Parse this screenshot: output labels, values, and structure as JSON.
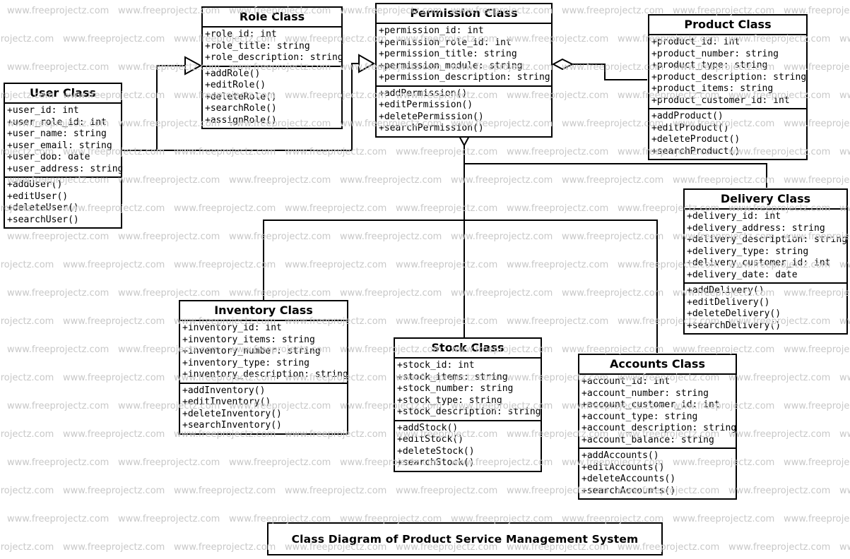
{
  "diagram_title": "Class Diagram of Product Service Management System",
  "watermark": {
    "text": "www.freeprojectz.com",
    "color": "#c8c8c8"
  },
  "classes": [
    {
      "id": "user",
      "title": "User Class",
      "attributes": [
        "+user_id: int",
        "+user_role_id: int",
        "+user_name: string",
        "+user_email: string",
        "+user_dob: date",
        "+user_address: string"
      ],
      "methods": [
        "+addUser()",
        "+editUser()",
        "+deleteUser()",
        "+searchUser()"
      ]
    },
    {
      "id": "role",
      "title": "Role Class",
      "attributes": [
        "+role_id: int",
        "+role_title: string",
        "+role_description: string"
      ],
      "methods": [
        "+addRole()",
        "+editRole()",
        "+deleteRole()",
        "+searchRole()",
        "+assignRole()"
      ]
    },
    {
      "id": "permission",
      "title": "Permission Class",
      "attributes": [
        "+permission_id: int",
        "+permission_role_id: int",
        "+permission_title: string",
        "+permission_module: string",
        "+permission_description: string"
      ],
      "methods": [
        "+addPermission()",
        "+editPermission()",
        "+deletePermission()",
        "+searchPermission()"
      ]
    },
    {
      "id": "product",
      "title": "Product Class",
      "attributes": [
        "+product_id: int",
        "+product_number: string",
        "+product_type: string",
        "+product_description: string",
        "+product_items: string",
        "+product_customer_id: int"
      ],
      "methods": [
        "+addProduct()",
        "+editProduct()",
        "+deleteProduct()",
        "+searchProduct()"
      ]
    },
    {
      "id": "delivery",
      "title": "Delivery Class",
      "attributes": [
        "+delivery_id: int",
        "+delivery_address: string",
        "+delivery_description: string",
        "+delivery_type: string",
        "+delivery_customer_id: int",
        "+delivery_date: date"
      ],
      "methods": [
        "+addDelivery()",
        "+editDelivery()",
        "+deleteDelivery()",
        "+searchDelivery()"
      ]
    },
    {
      "id": "inventory",
      "title": "Inventory Class",
      "attributes": [
        "+inventory_id: int",
        "+inventory_items: string",
        "+inventory_number: string",
        "+inventory_type: string",
        "+inventory_description: string"
      ],
      "methods": [
        "+addInventory()",
        "+editInventory()",
        "+deleteInventory()",
        "+searchInventory()"
      ]
    },
    {
      "id": "stock",
      "title": "Stock Class",
      "attributes": [
        "+stock_id: int",
        "+stock_items: string",
        "+stock_number: string",
        "+stock_type: string",
        "+stock_description: string"
      ],
      "methods": [
        "+addStock()",
        "+editStock()",
        "+deleteStock()",
        "+searchStock()"
      ]
    },
    {
      "id": "accounts",
      "title": "Accounts Class",
      "attributes": [
        "+account_id: int",
        "+account_number: string",
        "+account_customer_id: int",
        "+account_type: string",
        "+account_description: string",
        "+account_balance: string"
      ],
      "methods": [
        "+addAccounts()",
        "+editAccounts()",
        "+deleteAccounts()",
        "+searchAccounts()"
      ]
    }
  ]
}
